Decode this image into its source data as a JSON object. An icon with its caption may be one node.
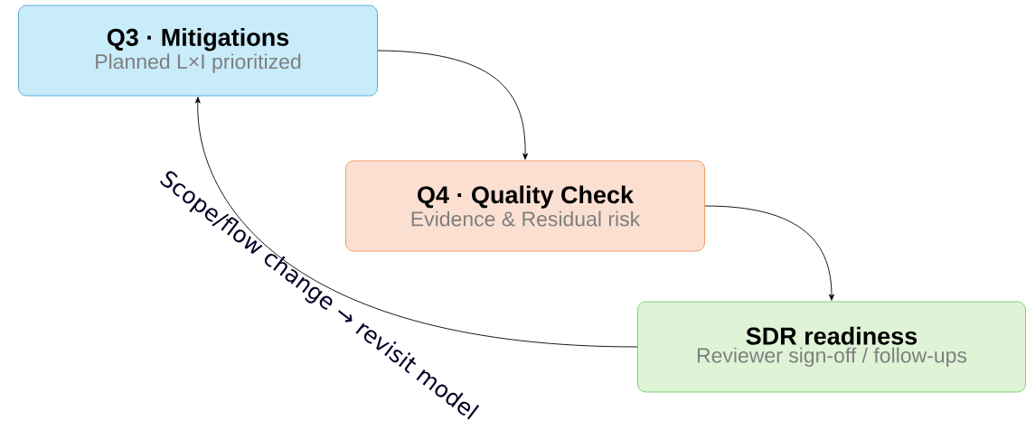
{
  "diagram": {
    "nodes": [
      {
        "text": [
          "Q3 · Mitigations",
          "Planned L×I prioritized"
        ]
      },
      {
        "text": [
          "Q4 · Quality Check",
          "Evidence & Residual risk"
        ]
      },
      {
        "text": [
          "SDR readiness",
          "Reviewer sign-off / follow-ups"
        ]
      }
    ],
    "edges": [
      {
        "from": 0,
        "to": 1,
        "arrow": "to"
      },
      {
        "from": 1,
        "to": 2,
        "arrow": "to"
      },
      {
        "from": 2,
        "to": 0,
        "arrow": "to",
        "label": "Scope/flow change → revisit model"
      }
    ]
  }
}
